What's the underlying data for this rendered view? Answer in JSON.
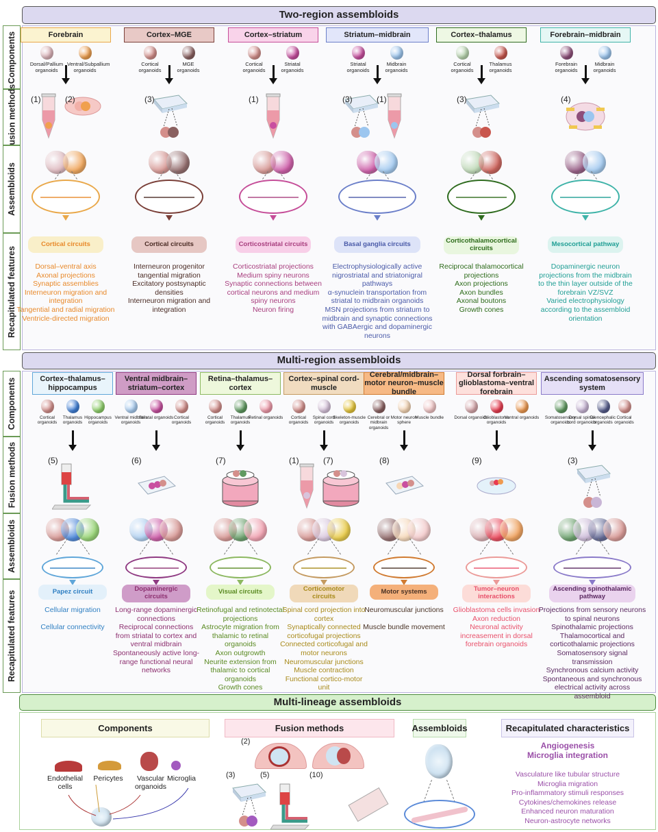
{
  "sections": {
    "two_region": "Two-region assembloids",
    "multi_region": "Multi-region assembloids",
    "multi_lineage": "Multi-lineage assembloids"
  },
  "side_labels": {
    "components": "Components",
    "fusion": "Fusion methods",
    "assembloids": "Assembloids",
    "recap": "Recapitulated features"
  },
  "two_region": [
    {
      "title": "Forebrain",
      "colors": {
        "bg": "#fbf3d0",
        "border": "#e9a84a",
        "text": "#e8892a",
        "pill": "#f9efc9"
      },
      "components": [
        {
          "label": "Dorsal/Pallium organoids",
          "color": "#dcb3b9"
        },
        {
          "label": "Ventral/Subpallium organoids",
          "color": "#f0a04f"
        }
      ],
      "methods": [
        {
          "num": "(1)",
          "device": "tube-icon"
        },
        {
          "num": "(2)",
          "device": "dish-icon"
        }
      ],
      "circuit": "Cortical circuits",
      "features": [
        "Dorsal–ventral axis",
        "Axonal projections",
        "Synaptic assemblies",
        "Interneuron migration and integration",
        "Tangential and radial migration",
        "Ventricle-directed migration"
      ]
    },
    {
      "title": "Cortex–MGE",
      "colors": {
        "bg": "#e8c9c6",
        "border": "#7a3f38",
        "text": "#4a2b24",
        "pill": "#e6c7c3"
      },
      "components": [
        {
          "label": "Cortical organoids",
          "color": "#d48f8b"
        },
        {
          "label": "MGE organoids",
          "color": "#8a6060"
        }
      ],
      "methods": [
        {
          "num": "(3)",
          "device": "well-plate-icon"
        }
      ],
      "circuit": "Cortical circuits",
      "features": [
        "Interneuron progenitor tangential migration",
        "Excitatory postsynaptic densities",
        "Interneuron migration and integration"
      ]
    },
    {
      "title": "Cortex–striatum",
      "colors": {
        "bg": "#f9d3ea",
        "border": "#c54d98",
        "text": "#a83e7e",
        "pill": "#f8cfe8"
      },
      "components": [
        {
          "label": "Cortical organoids",
          "color": "#d48f8b"
        },
        {
          "label": "Striatal organoids",
          "color": "#c94fa0"
        }
      ],
      "methods": [
        {
          "num": "(1)",
          "device": "tube-icon"
        }
      ],
      "circuit": "Corticostriatal circuits",
      "features": [
        "Corticostriatal projections",
        "Medium spiny neurons",
        "Synaptic connections between cortical neurons and medium spiny neurons",
        "Neuron firing"
      ]
    },
    {
      "title": "Striatum–midbrain",
      "colors": {
        "bg": "#e2e6fa",
        "border": "#6b7fc9",
        "text": "#4a5aa8",
        "pill": "#dde3f8"
      },
      "components": [
        {
          "label": "Striatal organoids",
          "color": "#c94fa0"
        },
        {
          "label": "Midbrain organoids",
          "color": "#9cc6ef"
        }
      ],
      "methods": [
        {
          "num": "(3)",
          "device": "well-plate-icon"
        },
        {
          "num": "(1)",
          "device": "tube-icon"
        }
      ],
      "circuit": "Basal ganglia circuits",
      "features": [
        "Electrophysiologically active nigrostriatal and striatonigral pathways",
        "α-synuclein transportation from striatal to midbrain organoids",
        "MSN projections from striatum to midbrain and synaptic connections with GABAergic and dopaminergic neurons"
      ]
    },
    {
      "title": "Cortex–thalamus",
      "colors": {
        "bg": "#eef8e4",
        "border": "#2e6b1e",
        "text": "#2d6b1a",
        "pill": "#e9f6df"
      },
      "components": [
        {
          "label": "Cortical organoids",
          "color": "#b9d6b0"
        },
        {
          "label": "Thalamus organoids",
          "color": "#c9564d"
        }
      ],
      "methods": [
        {
          "num": "(3)",
          "device": "well-plate-icon"
        }
      ],
      "circuit": "Corticothalamocortical circuits",
      "features": [
        "Reciprocal thalamocortical projections",
        "Axon projections",
        "Axon bundles",
        "Axonal boutons",
        "Growth cones"
      ]
    },
    {
      "title": "Forebrain–midbrain",
      "colors": {
        "bg": "#e6f7f5",
        "border": "#3fb3a8",
        "text": "#1f9e94",
        "pill": "#dcf3ef"
      },
      "components": [
        {
          "label": "Forebrain organoids",
          "color": "#8e4f7a"
        },
        {
          "label": "Midbrain organoids",
          "color": "#9cc6ef"
        }
      ],
      "methods": [
        {
          "num": "(4)",
          "device": "ring-dish-icon"
        }
      ],
      "circuit": "Mesocortical pathway",
      "features": [
        "Dopaminergic neuron projections from the midbrain to the thin layer outside of the forebrain VZ/SVZ",
        "Varied electrophysiology according to the assembloid orientation"
      ]
    }
  ],
  "multi_region": [
    {
      "title": "Cortex–thalamus–hippocampus",
      "colors": {
        "bg": "#e9f4fb",
        "border": "#5fa6d9",
        "text": "#2f7fc2",
        "pill": "#e3f0fa"
      },
      "components": [
        {
          "label": "Cortical organoids",
          "color": "#d48f8b"
        },
        {
          "label": "Thalamus organoids",
          "color": "#3f7fd8"
        },
        {
          "label": "Hippocampus organoids",
          "color": "#8fd16a"
        }
      ],
      "methods": [
        {
          "num": "(5)",
          "device": "bioprinter-icon"
        }
      ],
      "circuit": "Papez circuit",
      "features": [
        "Cellular migration",
        "",
        "Cellular connectivity"
      ]
    },
    {
      "title": "Ventral midbrain–striatum–cortex",
      "colors": {
        "bg": "#cf9cc5",
        "border": "#8f3a82",
        "text": "#8c2f6f",
        "pill": "#cf9cc8"
      },
      "components": [
        {
          "label": "Ventral midbrain organoids",
          "color": "#a9cdf1"
        },
        {
          "label": "Striatal organoids",
          "color": "#c94fa0"
        },
        {
          "label": "Cortical organoids",
          "color": "#d48f8b"
        }
      ],
      "methods": [
        {
          "num": "(6)",
          "device": "slide-icon"
        }
      ],
      "circuit": "Dopaminergic circuits",
      "features": [
        "Long-range dopaminergic connections",
        "Reciprocal connections from striatal to cortex and ventral midbrain",
        "Spontaneously active long-range functional neural networks"
      ]
    },
    {
      "title": "Retina–thalamus–cortex",
      "colors": {
        "bg": "#eef8dc",
        "border": "#8cb860",
        "text": "#5a8a22",
        "pill": "#e4f6c9"
      },
      "components": [
        {
          "label": "Cortical organoids",
          "color": "#d48f8b"
        },
        {
          "label": "Thalamus organoids",
          "color": "#5f9a60"
        },
        {
          "label": "Retinal organoids",
          "color": "#f09aaa"
        }
      ],
      "methods": [
        {
          "num": "(7)",
          "device": "transwell-icon"
        }
      ],
      "circuit": "Visual circuits",
      "features": [
        "Retinofugal and retinotectal projections",
        "Astrocyte migration from thalamic to retinal organoids",
        "Axon outgrowth",
        "Neurite extension from thalamic to cortical organoids",
        "Growth cones"
      ]
    },
    {
      "title": "Cortex–spinal cord-muscle",
      "colors": {
        "bg": "#f1dcc0",
        "border": "#c49a60",
        "text": "#a88a1a",
        "pill": "#f0d9b9"
      },
      "components": [
        {
          "label": "Cortical organoids",
          "color": "#d48f8b"
        },
        {
          "label": "Spinal cord organoids",
          "color": "#d8c4dc"
        },
        {
          "label": "Skeleton-muscle organoids",
          "color": "#e8c83a"
        }
      ],
      "methods": [
        {
          "num": "(1)",
          "device": "tube-icon"
        },
        {
          "num": "(7)",
          "device": "transwell-icon"
        }
      ],
      "circuit": "Corticomotor circuits",
      "features": [
        "Spinal cord projection into cortex",
        "Synaptically connected corticofugal projections",
        "Connected corticofugal and motor neurons",
        "Neuromuscular junctions",
        "Muscle contraction",
        "Functional cortico-motor unit"
      ]
    },
    {
      "title": "Cerebral/midbrain–motor neuron–muscle bundle",
      "colors": {
        "bg": "#f6b985",
        "border": "#d07a30",
        "text": "#4a3326",
        "pill": "#f4b07a"
      },
      "components": [
        {
          "label": "Cerebral or midbrain organoids",
          "color": "#8a6060"
        },
        {
          "label": "Motor neuron sphere",
          "color": "#f7d7b5"
        },
        {
          "label": "Muscle bundle",
          "color": "#f3c7c7"
        }
      ],
      "methods": [
        {
          "num": "(8)",
          "device": "slide-icon"
        }
      ],
      "circuit": "Motor systems",
      "features": [
        "Neuromuscular junctions",
        "",
        "Muscle bundle movement"
      ]
    },
    {
      "title": "Dorsal forbrain–glioblastoma–ventral forebrain",
      "colors": {
        "bg": "#fde0dc",
        "border": "#eb9a98",
        "text": "#e8506a",
        "pill": "#fcdcd8"
      },
      "components": [
        {
          "label": "Dorsal organoids",
          "color": "#d8a8ac"
        },
        {
          "label": "Glioblastoma organoids",
          "color": "#ea3b4f"
        },
        {
          "label": "Ventral organoids",
          "color": "#ef9a50"
        }
      ],
      "methods": [
        {
          "num": "(9)",
          "device": "petri-dish-icon"
        }
      ],
      "circuit": "Tumor–neuron interactions",
      "features": [
        "Glioblastoma cells invasion",
        "Axon reduction",
        "Neuronal activity increasement in dorsal forebrain organoids"
      ]
    },
    {
      "title": "Ascending somatosensory system",
      "colors": {
        "bg": "#e6e0f7",
        "border": "#8a7ac9",
        "text": "#5a2860",
        "pill": "#ead3ee"
      },
      "components": [
        {
          "label": "Somatosensory organoids",
          "color": "#5f9a60"
        },
        {
          "label": "Dorsal spinal cord organoids",
          "color": "#c9b6d6"
        },
        {
          "label": "Diencephalic organoids",
          "color": "#555c8c"
        },
        {
          "label": "Cortical organoids",
          "color": "#d48f8b"
        }
      ],
      "methods": [
        {
          "num": "(3)",
          "device": "well-plate-icon"
        }
      ],
      "circuit": "Ascending spinothalamic pathway",
      "features": [
        "Projections from sensory neurons to spinal neurons",
        "Spinothalamic projections",
        "Thalamocortical and corticothalamic projections",
        "Somatosensory signal transmission",
        "Synchronous calcium activity",
        "Spontaneous and synchronous electrical activity across assembloid"
      ]
    }
  ],
  "multi_lineage": {
    "components_title": "Components",
    "fusion_title": "Fusion methods",
    "assembloids_title": "Assembloids",
    "recap_title": "Recapitulated characteristics",
    "cells": [
      {
        "label": "Endothelial cells",
        "color": "#b83a3a"
      },
      {
        "label": "Pericytes",
        "color": "#d49a3a"
      },
      {
        "label": "Vascular organoids",
        "color": "#b94a4a"
      },
      {
        "label": "Microglia",
        "color": "#a35bbf"
      }
    ],
    "methods": [
      "(2)",
      "(3)",
      "(5)",
      "(10)"
    ],
    "headline": [
      "Angiogenesis",
      "Microglia integration"
    ],
    "features": [
      "Vasculature like tubular structure",
      "Microglia migration",
      "Pro-inflammatory stimuli responses",
      "Cytokines/chemokines release",
      "Enhanced neuron maturation",
      "Neuron-astrocyte networks"
    ],
    "accent": "#9a4fa8"
  }
}
